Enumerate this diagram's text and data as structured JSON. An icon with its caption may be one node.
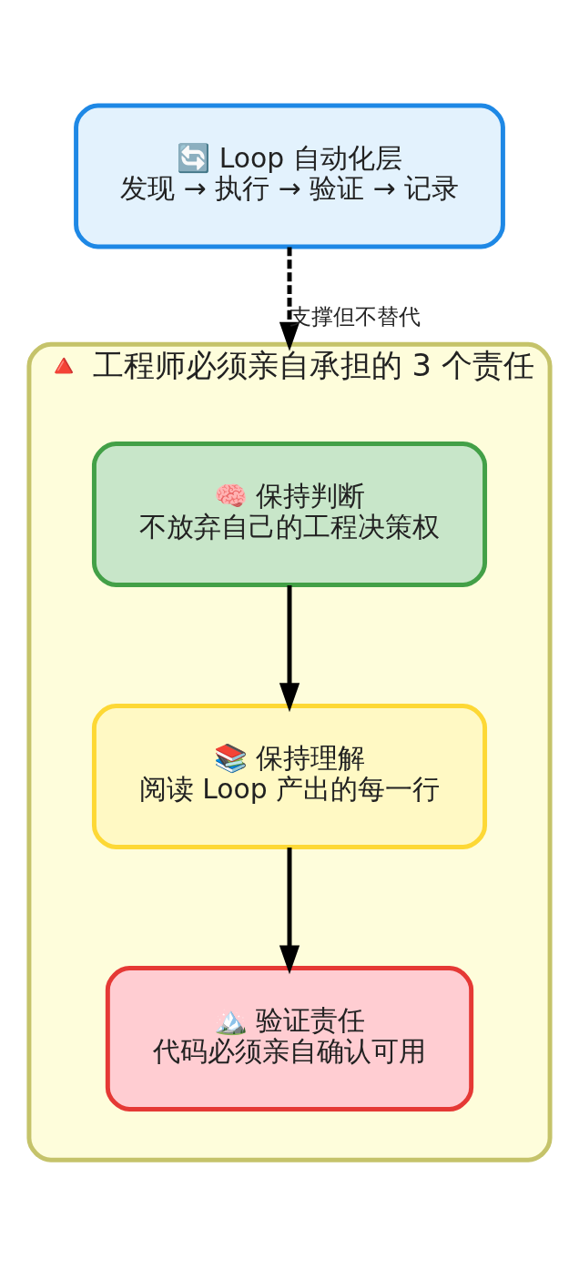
{
  "diagram": {
    "nodes": [
      {
        "text": [
          "🔄 Loop 自动化层",
          "发现 → 执行 → 验证 → 记录"
        ]
      },
      {
        "text": [
          "🔺 工程师必须亲自承担的 3 个责任"
        ]
      },
      {
        "text": [
          "🧠 保持判断",
          "不放弃自己的工程决策权"
        ],
        "in": 1
      },
      {
        "text": [
          "📚 保持理解",
          "阅读 Loop 产出的每一行"
        ],
        "in": 1
      },
      {
        "text": [
          "🏔️ 验证责任",
          "代码必须亲自确认可用"
        ],
        "in": 1
      }
    ],
    "edges": [
      {
        "from": 0,
        "to": 1,
        "arrow": "to",
        "label": "支撑但不替代",
        "style": "dashed"
      },
      {
        "from": 2,
        "to": 3,
        "arrow": "to"
      },
      {
        "from": 3,
        "to": 4,
        "arrow": "to"
      }
    ]
  }
}
